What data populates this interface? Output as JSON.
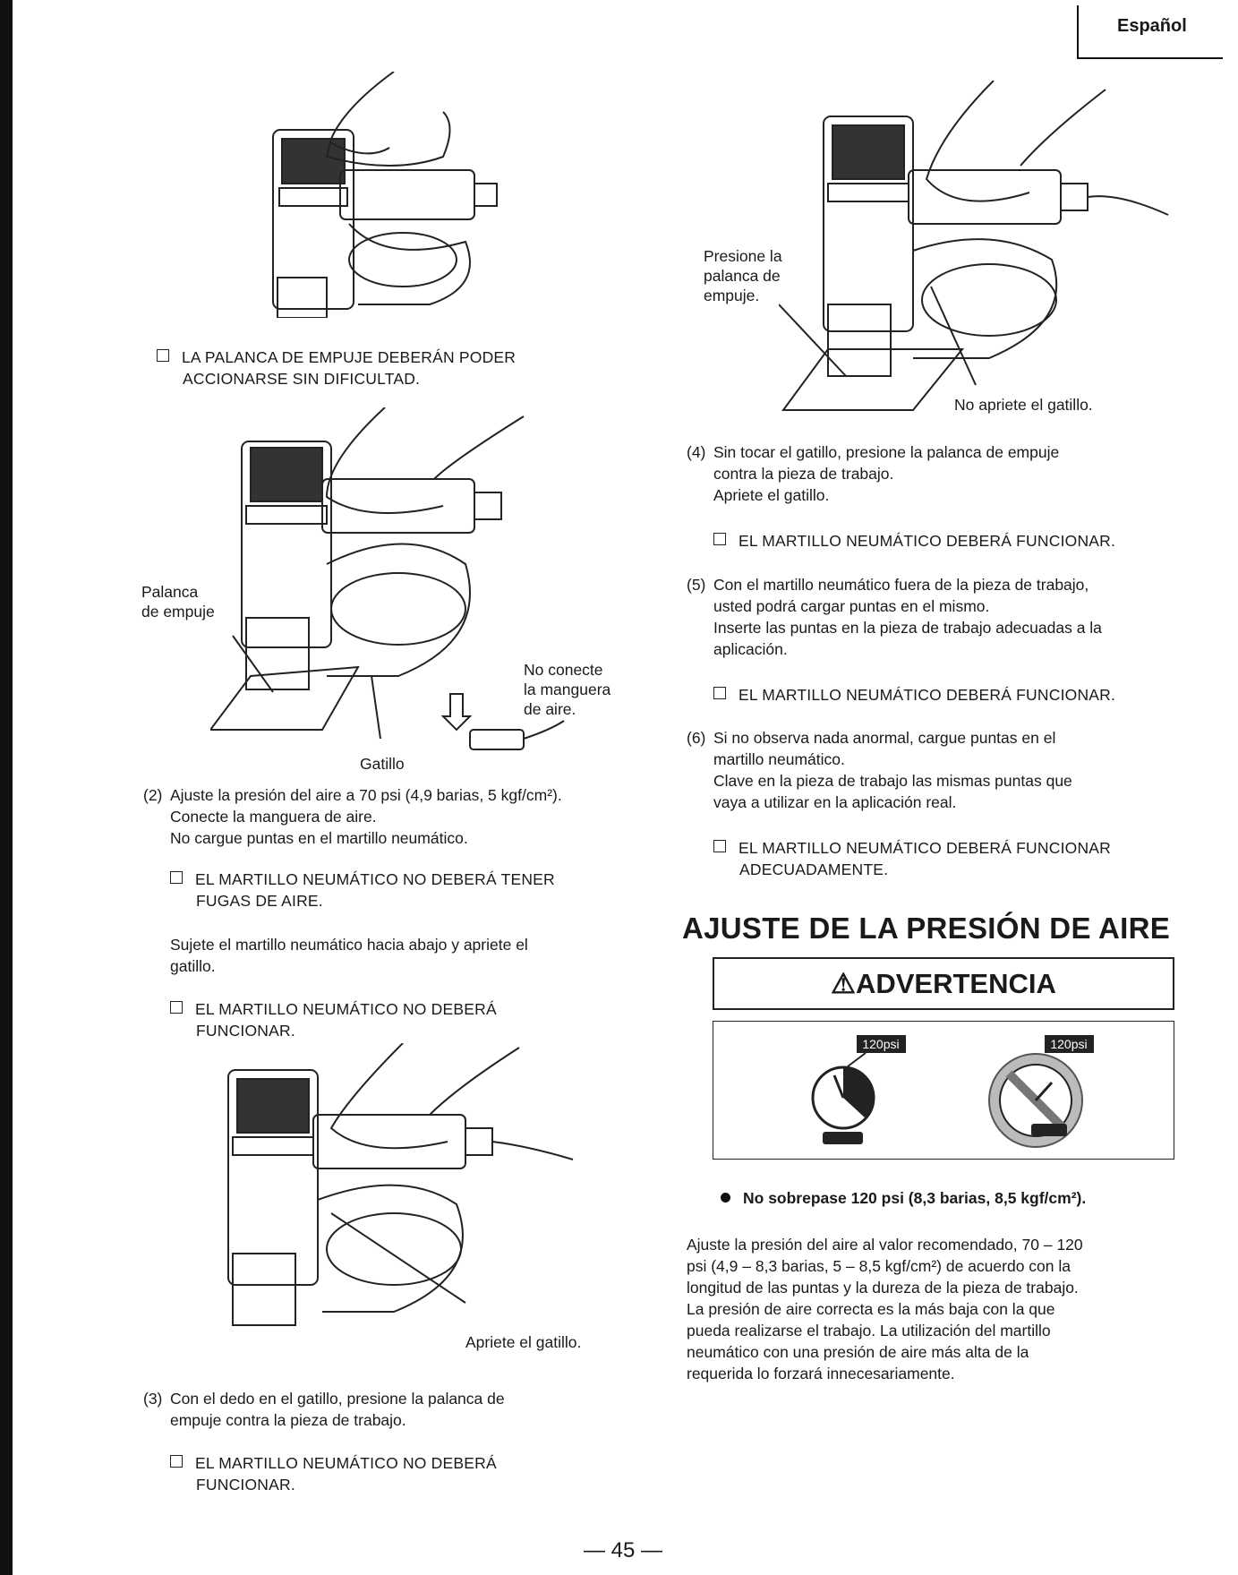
{
  "header": {
    "language": "Español"
  },
  "left": {
    "check1": [
      "LA PALANCA DE EMPUJE DEBERÁN PODER",
      "ACCIONARSE SIN DIFICULTAD."
    ],
    "fig2": {
      "label_palanca": [
        "Palanca",
        "de empuje"
      ],
      "label_no_conecte": [
        "No conecte",
        "la manguera",
        "de aire."
      ],
      "label_gatillo": "Gatillo"
    },
    "step2": {
      "num": "(2)",
      "lines": [
        "Ajuste la presión del aire a 70 psi (4,9 barias, 5 kgf/cm²).",
        "Conecte la manguera de aire.",
        "No cargue puntas en el martillo neumático."
      ]
    },
    "check2": [
      "EL MARTILLO NEUMÁTICO NO DEBERÁ TENER",
      "FUGAS DE AIRE."
    ],
    "para1": [
      "Sujete el martillo neumático hacia abajo y apriete el",
      "gatillo."
    ],
    "check3": [
      "EL MARTILLO NEUMÁTICO NO DEBERÁ",
      "FUNCIONAR."
    ],
    "fig3": {
      "label_apriete": "Apriete el gatillo."
    },
    "step3": {
      "num": "(3)",
      "lines": [
        "Con el dedo en el gatillo, presione la palanca de",
        "empuje contra la pieza de trabajo."
      ]
    },
    "check4": [
      "EL MARTILLO NEUMÁTICO NO DEBERÁ",
      "FUNCIONAR."
    ]
  },
  "right": {
    "fig4": {
      "label_presione": [
        "Presione la",
        "palanca de",
        "empuje."
      ],
      "label_no_apriete": "No apriete el gatillo."
    },
    "step4": {
      "num": "(4)",
      "lines": [
        "Sin tocar el gatillo, presione la palanca de empuje",
        "contra la pieza de trabajo.",
        "Apriete el gatillo."
      ]
    },
    "check5": [
      "EL MARTILLO NEUMÁTICO DEBERÁ FUNCIONAR."
    ],
    "step5": {
      "num": "(5)",
      "lines": [
        "Con el martillo neumático fuera de la pieza de trabajo,",
        "usted podrá cargar puntas en el mismo.",
        "Inserte las puntas en la pieza de trabajo adecuadas a la",
        "aplicación."
      ]
    },
    "check6": [
      "EL MARTILLO NEUMÁTICO DEBERÁ FUNCIONAR."
    ],
    "step6": {
      "num": "(6)",
      "lines": [
        "Si no observa nada anormal, cargue puntas en el",
        "martillo neumático.",
        "Clave en la pieza de trabajo las mismas puntas que",
        "vaya a utilizar en la aplicación real."
      ]
    },
    "check7": [
      "EL MARTILLO NEUMÁTICO DEBERÁ FUNCIONAR",
      "ADECUADAMENTE."
    ],
    "heading": "AJUSTE DE LA PRESIÓN DE AIRE",
    "warning": "ADVERTENCIA",
    "gauge_label": "120psi",
    "bullet": "No sobrepase 120 psi (8,3 barias, 8,5 kgf/cm²).",
    "para2": [
      "Ajuste la presión del aire al valor recomendado, 70 – 120",
      "psi (4,9 – 8,3 barias, 5 – 8,5 kgf/cm²) de acuerdo con la",
      "longitud de las puntas y la dureza de la pieza de trabajo.",
      "La presión de aire correcta es la más baja con la que",
      "pueda realizarse el trabajo.  La utilización del martillo",
      "neumático con una presión de aire más alta de la",
      "requerida lo forzará innecesariamente."
    ]
  },
  "footer": {
    "page": "— 45 —"
  }
}
